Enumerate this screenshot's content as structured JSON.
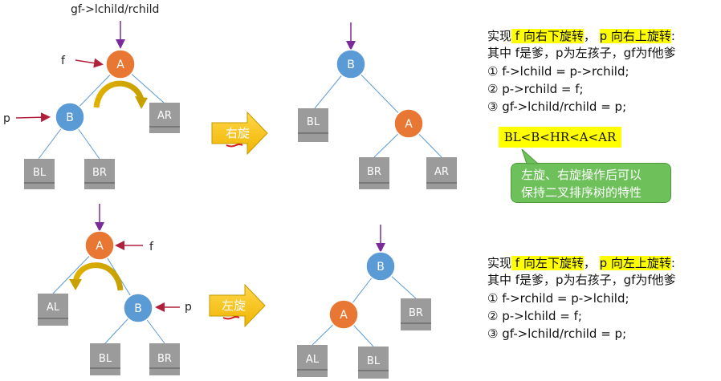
{
  "colors": {
    "orange_node": "#e87733",
    "blue_node": "#5b9bd5",
    "gray_box": "#9b9b9b",
    "arrow_purple": "#7b2a9a",
    "pointer_red": "#b0203a",
    "yellow": "#ffff00",
    "callout_green": "#6ec05a"
  },
  "top": {
    "label_gf": "gf->lchild/rchild",
    "label_f": "f",
    "label_p": "p",
    "before": {
      "root": "A",
      "child": "B",
      "ar": "AR",
      "bl": "BL",
      "br": "BR"
    },
    "arrow_label": "右旋",
    "after": {
      "root": "B",
      "child": "A",
      "bl": "BL",
      "br": "BR",
      "ar": "AR"
    },
    "desc": {
      "prefix": "实现",
      "hl1": " f 向右下旋转",
      "mid": "， ",
      "hl2": "p 向右上旋转",
      "suffix": ":",
      "line2": "其中 f是爹，p为左孩子，gf为f他爹",
      "step1": "① f->lchild = p->rchild;",
      "step2": "② p->rchild = f;",
      "step3": "③ gf->lchild/rchild = p;"
    },
    "inorder": "BL<B<HR<A<AR",
    "callout_line1": "左旋、右旋操作后可以",
    "callout_line2": "保持二叉排序树的特性"
  },
  "bottom": {
    "label_f": "f",
    "label_p": "p",
    "before": {
      "root": "A",
      "child": "B",
      "al": "AL",
      "bl": "BL",
      "br": "BR"
    },
    "arrow_label": "左旋",
    "after": {
      "root": "B",
      "child": "A",
      "br_top": "BR",
      "al": "AL",
      "bl": "BL"
    },
    "desc": {
      "prefix": "实现",
      "hl1": " f 向左下旋转",
      "mid": "， ",
      "hl2": "p 向左上旋转",
      "suffix": ":",
      "line2": "其中 f是爹，p为右孩子，gf为f他爹",
      "step1": "① f->rchild = p->lchild;",
      "step2": "② p->lchild = f;",
      "step3": "③ gf->lchild/rchild = p;"
    }
  }
}
